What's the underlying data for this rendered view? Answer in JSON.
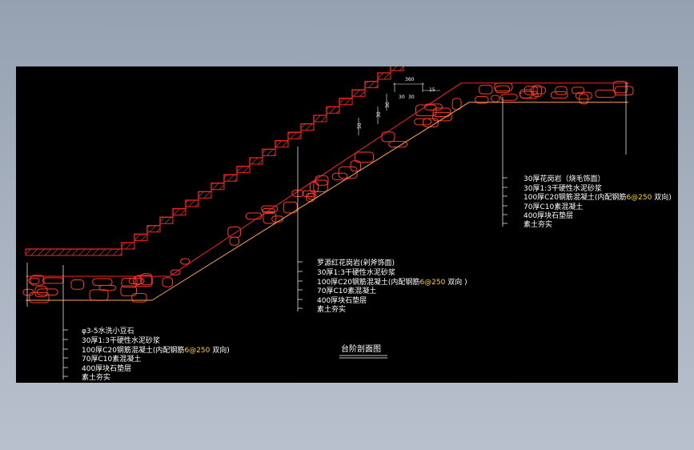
{
  "colors": {
    "background": "#000000",
    "structure": "#ff2020",
    "stone": "#ff3a2a",
    "hatch": "#ff6a3a",
    "outline": "#ffa050",
    "leader": "#ffffff",
    "highlight": "#ffd21a"
  },
  "dimensions": {
    "d1": "360",
    "d2": "30",
    "d3": "30",
    "d4": "15",
    "d5": "30",
    "d6": "30",
    "d7": "50"
  },
  "notes_right": [
    {
      "pre": "30厚花岗岩（烧毛饰面）",
      "hl": "",
      "post": ""
    },
    {
      "pre": "30厚1:3干硬性水泥砂浆",
      "hl": "",
      "post": ""
    },
    {
      "pre": "100厚C20钢筋混凝土(内配钢筋",
      "hl": "6@250",
      "post": " 双向)"
    },
    {
      "pre": "70厚C10素混凝土",
      "hl": "",
      "post": ""
    },
    {
      "pre": "400厚块石垫层",
      "hl": "",
      "post": ""
    },
    {
      "pre": "素土夯实",
      "hl": "",
      "post": ""
    }
  ],
  "notes_middle": [
    {
      "pre": "罗源红花岗岩(剁斧饰面)",
      "hl": "",
      "post": ""
    },
    {
      "pre": "30厚1:3干硬性水泥砂浆",
      "hl": "",
      "post": ""
    },
    {
      "pre": "100厚C20钢筋混凝土(内配钢筋",
      "hl": "6@250",
      "post": " 双向 )"
    },
    {
      "pre": "70厚C10素混凝土",
      "hl": "",
      "post": ""
    },
    {
      "pre": "400厚块石垫层",
      "hl": "",
      "post": ""
    },
    {
      "pre": "素土夯实",
      "hl": "",
      "post": ""
    }
  ],
  "notes_left": [
    {
      "pre": "φ3-5水洗小豆石",
      "hl": "",
      "post": ""
    },
    {
      "pre": "30厚1:3干硬性水泥砂浆",
      "hl": "",
      "post": ""
    },
    {
      "pre": "100厚C20钢筋混凝土(内配钢筋",
      "hl": "6@250",
      "post": " 双向)"
    },
    {
      "pre": "70厚C10素混凝土",
      "hl": "",
      "post": ""
    },
    {
      "pre": "400厚块石垫层",
      "hl": "",
      "post": ""
    },
    {
      "pre": "素土夯实",
      "hl": "",
      "post": ""
    }
  ],
  "title": "台阶剖面图"
}
